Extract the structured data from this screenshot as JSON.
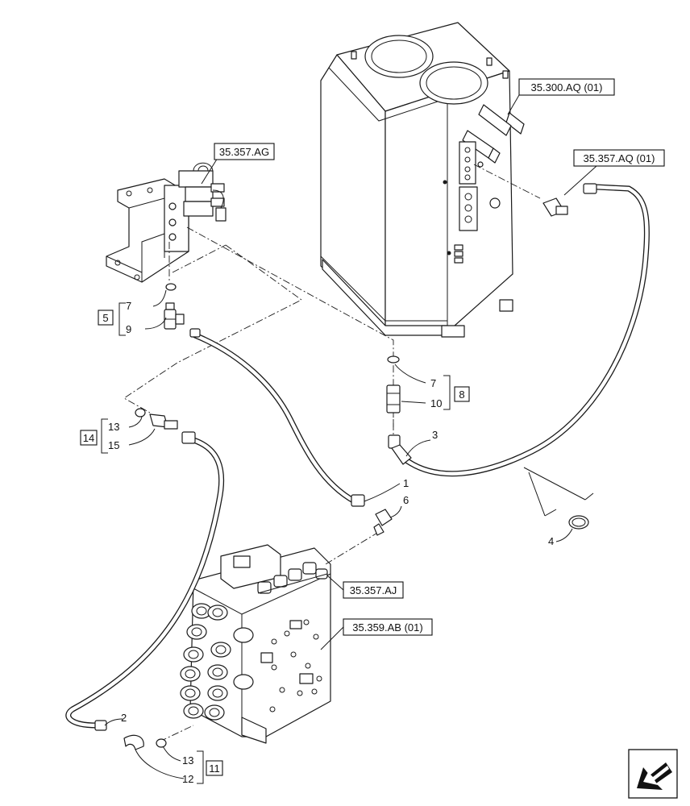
{
  "references": [
    {
      "id": "ref-tank",
      "text": "35.300.AQ (01)"
    },
    {
      "id": "ref-bracket",
      "text": "35.357.AG"
    },
    {
      "id": "ref-fitting",
      "text": "35.357.AQ (01)"
    },
    {
      "id": "ref-valve-top",
      "text": "35.357.AJ"
    },
    {
      "id": "ref-valve",
      "text": "35.359.AB (01)"
    }
  ],
  "callouts": {
    "c1": "1",
    "c2": "2",
    "c3": "3",
    "c4": "4",
    "c6": "6",
    "c7a": "7",
    "c9": "9",
    "c7b": "7",
    "c10": "10",
    "c13a": "13",
    "c15": "15",
    "c13b": "13",
    "c12": "12"
  },
  "kits": {
    "k5": "5",
    "k8": "8",
    "k14": "14",
    "k11": "11"
  },
  "navigation": {
    "icon": "arrow-icon"
  }
}
